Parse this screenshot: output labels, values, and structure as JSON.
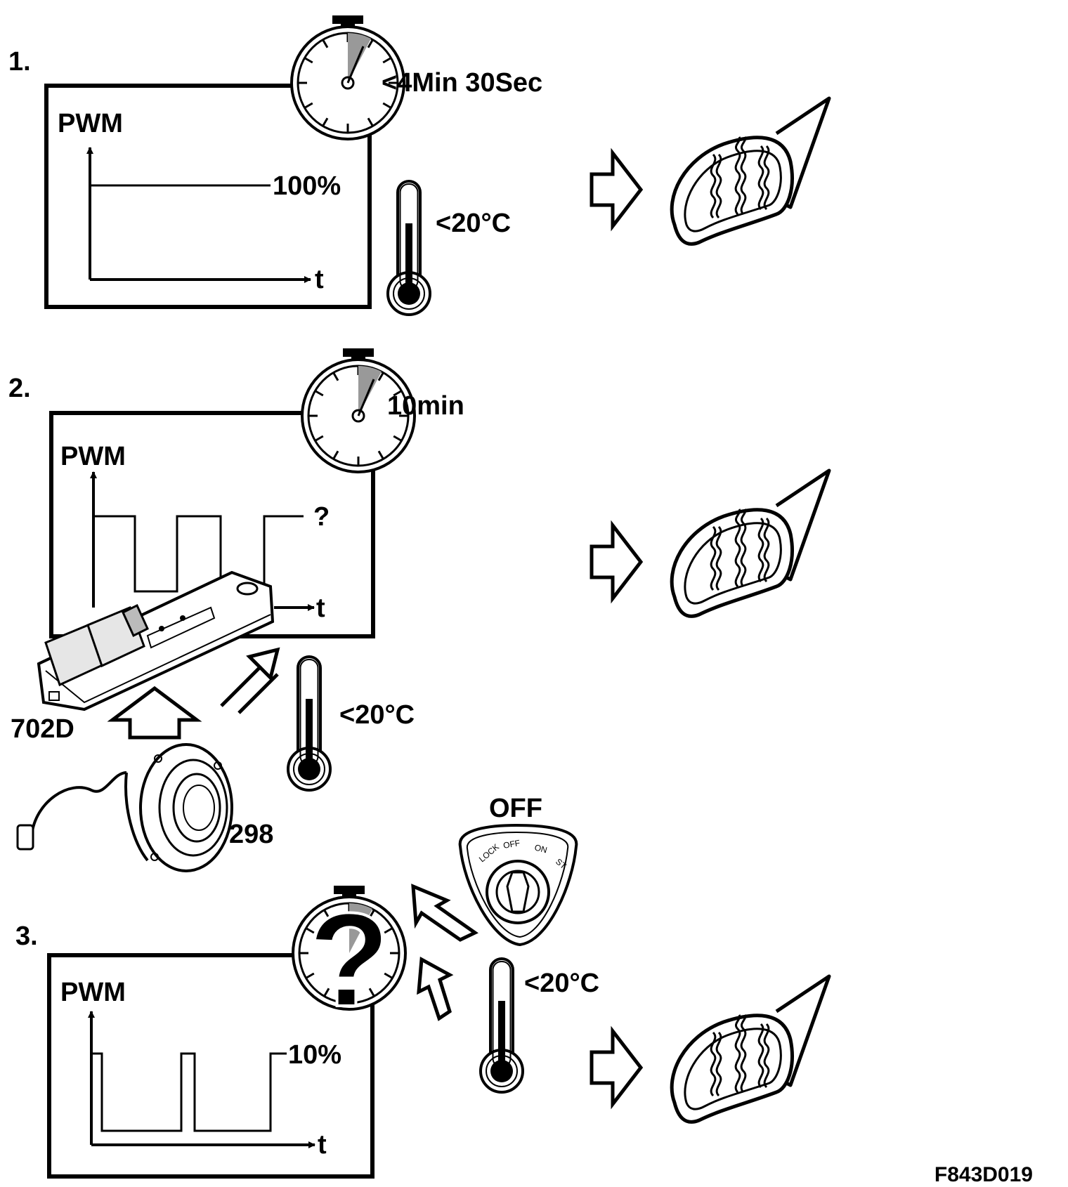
{
  "figure_code": "F843D019",
  "common": {
    "pwm_label": "PWM",
    "time_label": "t",
    "temp_label": "<20°C"
  },
  "step1": {
    "number": "1.",
    "timer_label": "<4Min 30Sec",
    "level_label": "100%"
  },
  "step2": {
    "number": "2.",
    "timer_label": "10min",
    "unknown_label": "?",
    "switch_part": "702D",
    "sensor_part": "298"
  },
  "step3": {
    "number": "3.",
    "level_label": "10%",
    "ignition_state": "OFF",
    "ignition_positions": [
      "LOCK",
      "OFF",
      "ON",
      "ST"
    ],
    "timer_symbol": "?"
  },
  "icons": [
    "stopwatch-icon",
    "thermometer-icon",
    "arrow-right-icon",
    "heated-mirror-icon",
    "window-switch-pack-icon",
    "wheel-hub-sensor-icon",
    "ignition-switch-icon"
  ]
}
